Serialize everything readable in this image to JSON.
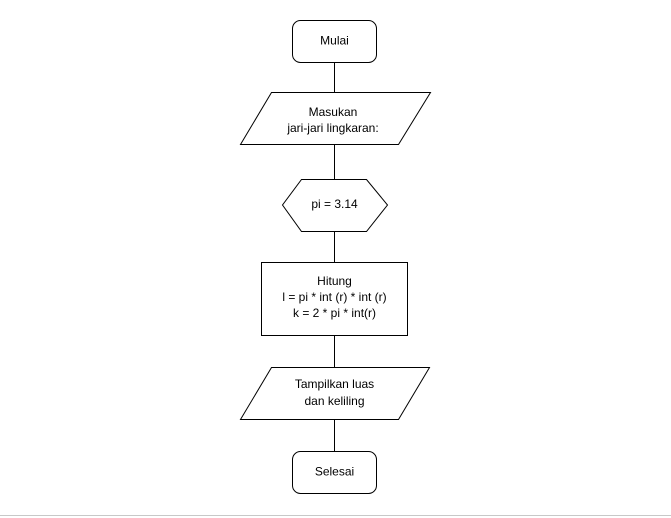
{
  "flowchart": {
    "start": {
      "label": "Mulai"
    },
    "input": {
      "lines": [
        "Masukan",
        "jari-jari lingkaran:"
      ]
    },
    "preparation": {
      "label": "pi = 3.14"
    },
    "process": {
      "lines": [
        "Hitung",
        "l = pi * int (r) * int (r)",
        "k = 2 * pi * int(r)"
      ]
    },
    "output": {
      "lines": [
        "Tampilkan luas",
        "dan keliling"
      ]
    },
    "end": {
      "label": "Selesai"
    }
  }
}
